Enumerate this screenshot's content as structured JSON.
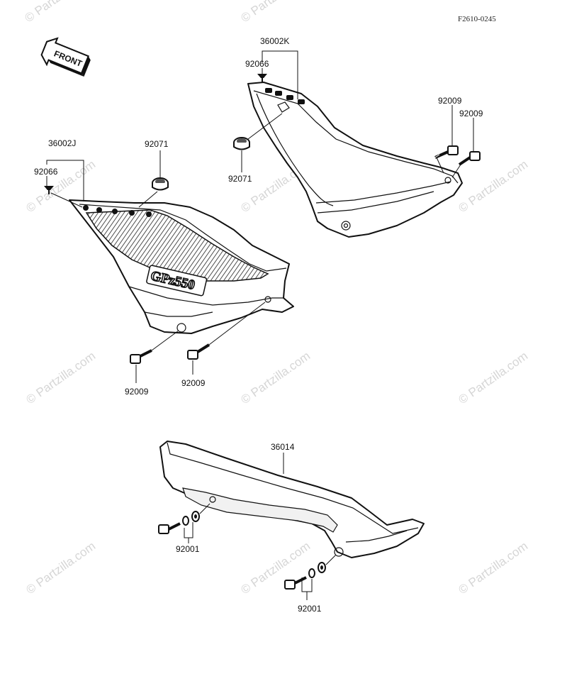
{
  "diagram_code": "F2610-0245",
  "front_label": "FRONT",
  "emblem_text": "GPz550",
  "watermark_text": "© Partzilla.com",
  "labels": {
    "l36002K": "36002K",
    "l92066_top": "92066",
    "l92009_a": "92009",
    "l92009_b": "92009",
    "l92071_right": "92071",
    "l36002J": "36002J",
    "l92066_left": "92066",
    "l92071_left": "92071",
    "l92009_c": "92009",
    "l92009_d": "92009",
    "l36014": "36014",
    "l92001_a": "92001",
    "l92001_b": "92001"
  }
}
